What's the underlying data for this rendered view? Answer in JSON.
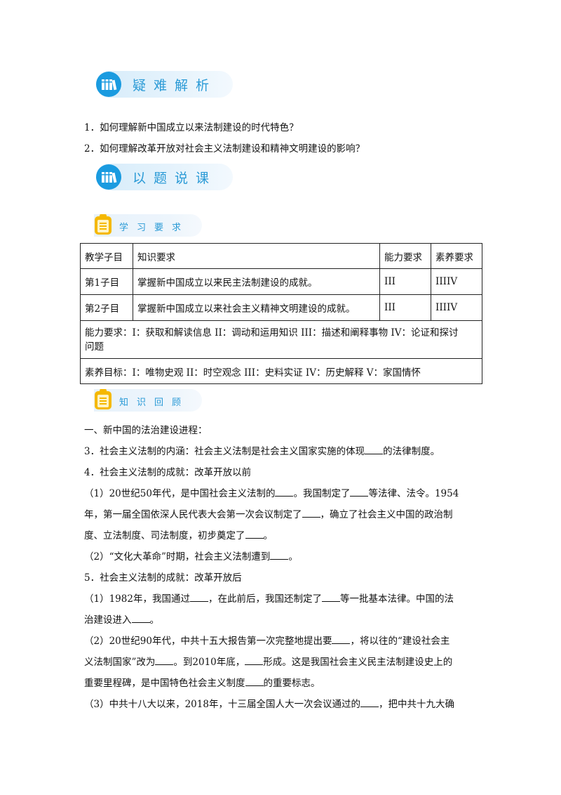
{
  "banner1": {
    "title": "疑难解析"
  },
  "questions": [
    "1．如何理解新中国成立以来法制建设的时代特色？",
    "2．如何理解改革开放对社会主义法制建设和精神文明建设的影响？"
  ],
  "banner2": {
    "title": "以题说课"
  },
  "tag1": {
    "title": "学习要求"
  },
  "table": {
    "headers": [
      "教学子目",
      "知识要求",
      "能力要求",
      "素养要求"
    ],
    "rows": [
      [
        "第1子目",
        "掌握新中国成立以来民主法制建设的成就。",
        "III",
        "IIIIV"
      ],
      [
        "第2子目",
        "掌握新中国成立以来社会主义精神文明建设的成就。",
        "III",
        "IIIIV"
      ]
    ],
    "ability_line1": "能力要求：I：获取和解读信息 II：调动和运用知识 III：描述和阐释事物 IV：论证和探讨",
    "ability_line2": "问题",
    "literacy": "素养目标：I：唯物史观 II：时空观念 III：史料实证 IV：历史解释 V：家国情怀"
  },
  "tag2": {
    "title": "知识回顾"
  },
  "review": {
    "l1": "一、新中国的法治建设进程：",
    "l2a": "3．社会主义法制的内涵：社会主义法制是社会主义国家实施的体现",
    "l2b": "的法律制度。",
    "l3": "4．社会主义法制的成就：改革开放以前",
    "l4a": "（1）20世纪50年代，是中国社会主义法制的",
    "l4b": "。我国制定了",
    "l4c": "等法律、法令。1954",
    "l5a": "年，第一届全国依深人民代表大会第一次会议制定了",
    "l5b": "，确立了社会主义中国的政治制",
    "l6a": "度、立法制度、司法制度，初步奠定了",
    "l6b": "。",
    "l7a": "（2）“文化大革命”时期，社会主义法制遭到",
    "l7b": "。",
    "l8": "5．社会主义法制的成就：改革开放后",
    "l9a": "（1）1982年，我国通过",
    "l9b": "，在此前后，我国还制定了",
    "l9c": "等一批基本法律。中国的法",
    "l10a": "治建设进入",
    "l10b": "。",
    "l11a": "（2）20世纪90年代，中共十五大报告第一次完整地提出要",
    "l11b": "，将以往的“建设社会主",
    "l12a": "义法制国家”改为",
    "l12b": "。到2010年底，",
    "l12c": "形成。这是我国社会主义民主法制建设史上的",
    "l13a": "重要里程碑，是中国特色社会主义制度",
    "l13b": "的重要标志。",
    "l14a": "（3）中共十八大以来，2018年，十三届全国人大一次会议通过的",
    "l14b": "，把中共十九大确"
  }
}
